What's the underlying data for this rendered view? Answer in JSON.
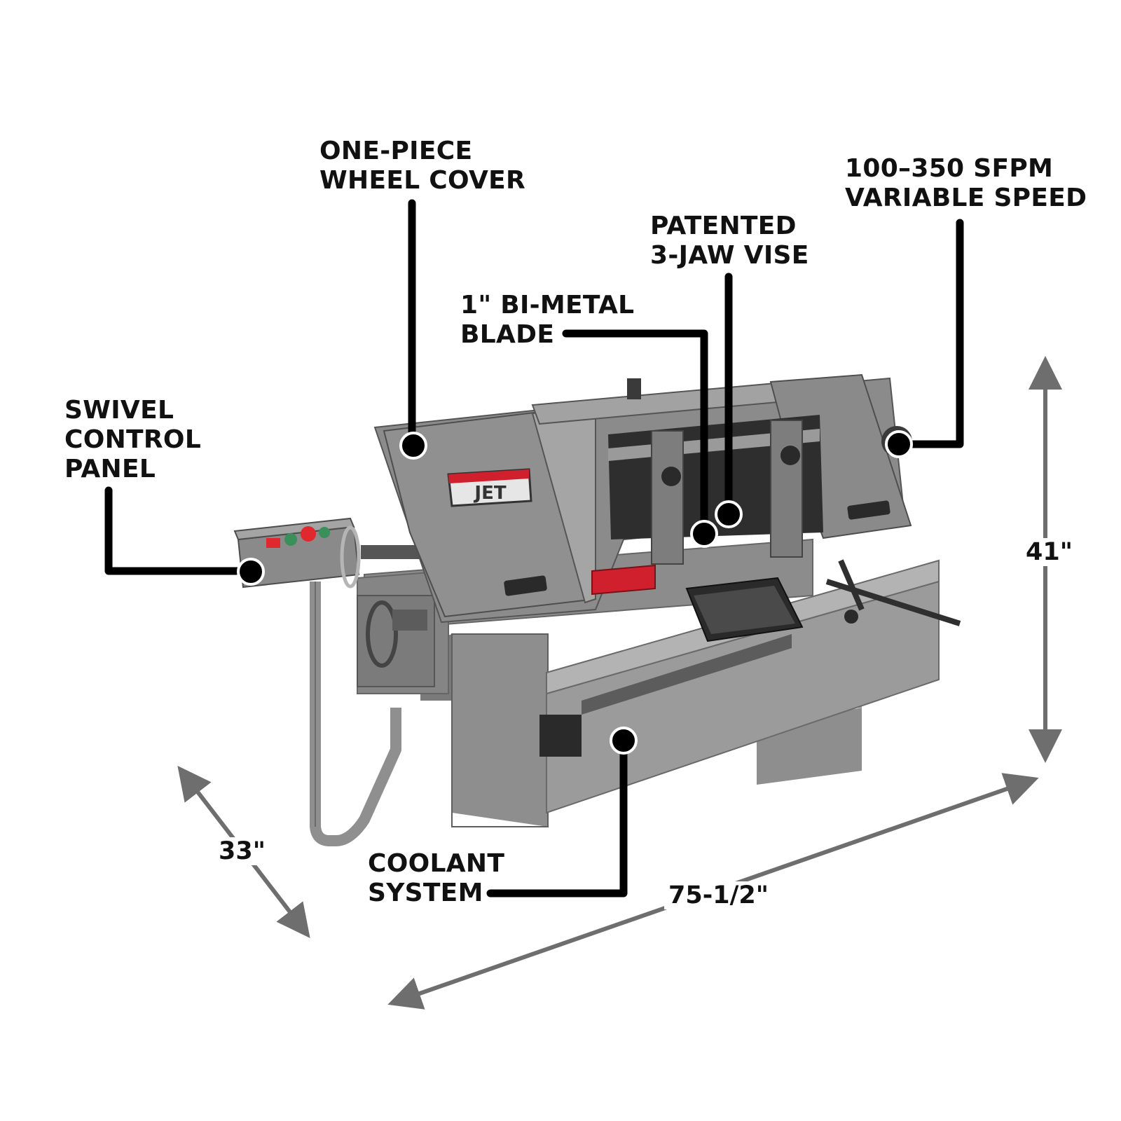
{
  "callouts": {
    "wheel_cover": {
      "line1": "ONE-PIECE",
      "line2": "WHEEL COVER"
    },
    "variable_speed": {
      "line1": "100–350 SFPM",
      "line2": "VARIABLE SPEED"
    },
    "vise": {
      "line1": "PATENTED",
      "line2": "3-JAW VISE"
    },
    "blade": {
      "line1": "1\" BI-METAL",
      "line2": "BLADE"
    },
    "control_panel": {
      "line1": "SWIVEL",
      "line2": "CONTROL",
      "line3": "PANEL"
    },
    "coolant": {
      "line1": "COOLANT",
      "line2": "SYSTEM"
    }
  },
  "dimensions": {
    "height": "41\"",
    "depth": "33\"",
    "width": "75-1/2\""
  },
  "brand": {
    "logo_text": "JET",
    "accent_color": "#d0202e"
  },
  "colors": {
    "machine_gray": "#8a8a8a",
    "dim_arrow": "#6e6e6e",
    "leader": "#000000"
  }
}
